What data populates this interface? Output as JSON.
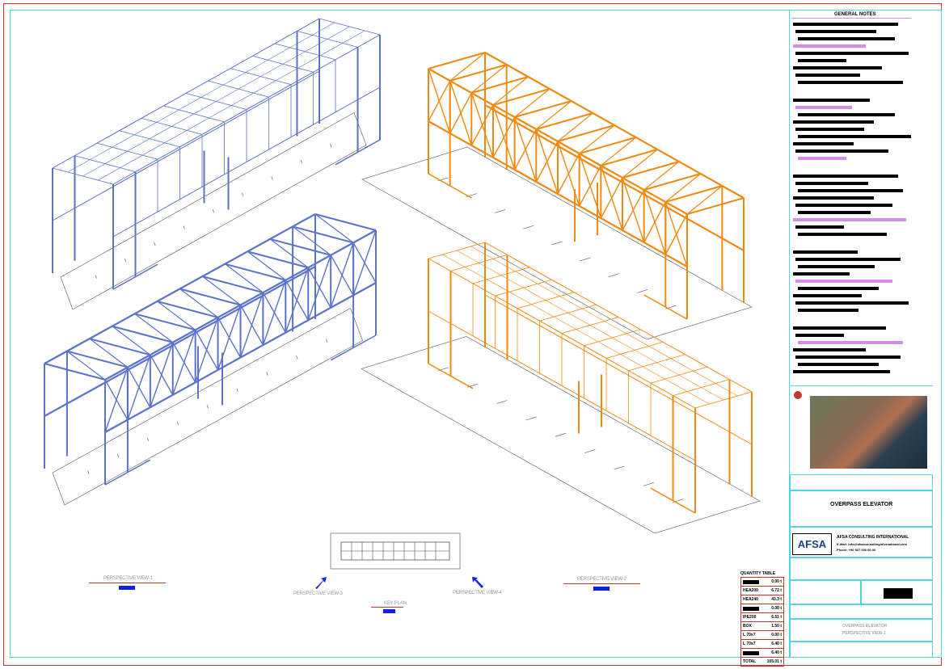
{
  "colors": {
    "border": "#c0392b",
    "frame": "#4dd8e0",
    "blue_model": "#5a72c8",
    "orange_model": "#f08a12",
    "label_blue": "#1020e0",
    "note_pink": "#d48ee8"
  },
  "views": [
    {
      "label": "PERSPECTIVE VIEW-1",
      "style": "cladded",
      "color": "blue"
    },
    {
      "label": "PERSPECTIVE VIEW-2",
      "style": "frame",
      "color": "orange"
    },
    {
      "label": "PERSPECTIVE VIEW-3",
      "style": "frame",
      "color": "blue"
    },
    {
      "label": "PERSPECTIVE VIEW-4",
      "style": "cladded",
      "color": "orange"
    }
  ],
  "key_plan": {
    "label": "KEY PLAN"
  },
  "quantity_table": {
    "title": "QUANTITY TABLE",
    "rows": [
      {
        "item": "",
        "value": "0.00 t"
      },
      {
        "item": "HEA200",
        "value": "6.72 t"
      },
      {
        "item": "HEA240",
        "value": "43.3 t"
      },
      {
        "item": "",
        "value": "0.00 t"
      },
      {
        "item": "IPE200",
        "value": "6.51 t"
      },
      {
        "item": "BOX",
        "value": "1.50 t"
      },
      {
        "item": "L 70x7",
        "value": "0.00 t"
      },
      {
        "item": "L 70x7",
        "value": "6.40 t"
      },
      {
        "item": "",
        "value": "6.40 t"
      },
      {
        "item": "TOTAL",
        "value": "105.01 t"
      }
    ]
  },
  "title_block": {
    "general_notes": "GENERAL NOTES",
    "project_title": "OVERPASS ELEVATOR",
    "company_logo": "AFSA",
    "company_name": "AFSA CONSULTING INTERNATIONAL",
    "company_email": "E-Mail: info@afsaconsultinginternational.com",
    "company_phone": "Phone: +90 537 000 00 00",
    "drawing_title_1": "OVERPASS ELEVATOR",
    "drawing_title_2": "PERSPECTIVE VIEW-1"
  }
}
